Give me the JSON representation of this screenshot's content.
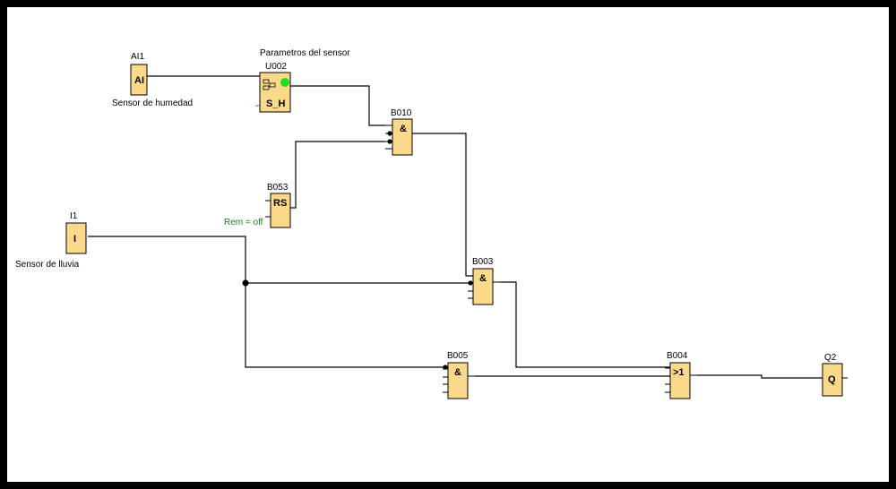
{
  "blocks": {
    "ai1": {
      "name": "AI1",
      "symbol": "AI",
      "caption": "Sensor de humedad"
    },
    "u002": {
      "name": "U002",
      "symbol": "S_H",
      "caption": "Parametros del sensor"
    },
    "b010": {
      "name": "B010",
      "symbol": "&"
    },
    "b053": {
      "name": "B053",
      "symbol": "RS",
      "note": "Rem = off"
    },
    "i1": {
      "name": "I1",
      "symbol": "I",
      "caption": "Sensor de lluvia"
    },
    "b003": {
      "name": "B003",
      "symbol": "&"
    },
    "b005": {
      "name": "B005",
      "symbol": "&"
    },
    "b004": {
      "name": "B004",
      "symbol": ">1"
    },
    "q2": {
      "name": "Q2",
      "symbol": "Q"
    }
  },
  "colors": {
    "block_fill": "#fbd98a",
    "status_dot": "#22dd22",
    "note_text": "#1f7a1f"
  }
}
